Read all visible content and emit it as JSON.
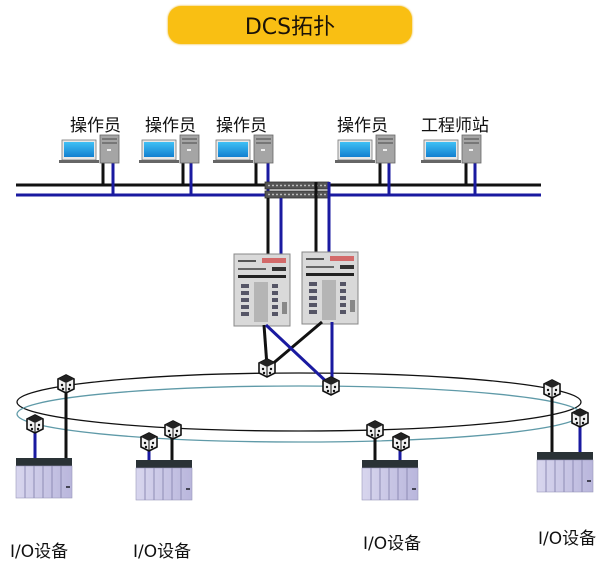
{
  "title": "DCS拓扑",
  "colors": {
    "title_bg": "#f9bf13",
    "net_black": "#111111",
    "net_blue": "#1a1aa0",
    "ring_black": "#111111",
    "ring_teal": "#5f9aa8",
    "screen": "#1ea2e6",
    "tower": "#9c9c9c",
    "io_module": "#c9c6e6"
  },
  "workstations": [
    {
      "label": "操作员",
      "icon": "operator-workstation-icon"
    },
    {
      "label": "操作员",
      "icon": "operator-workstation-icon"
    },
    {
      "label": "操作员",
      "icon": "operator-workstation-icon"
    },
    {
      "label": "操作员",
      "icon": "operator-workstation-icon"
    },
    {
      "label": "工程师站",
      "icon": "engineer-workstation-icon"
    }
  ],
  "networks": {
    "upper": "redundant-control-network",
    "ring": "redundant-io-ring"
  },
  "switch": {
    "icon": "network-switch-icon"
  },
  "controllers": [
    {
      "icon": "controller-cabinet-icon"
    },
    {
      "icon": "controller-cabinet-icon"
    }
  ],
  "io_stations": [
    {
      "label": "I/O设备"
    },
    {
      "label": "I/O设备"
    },
    {
      "label": "I/O设备"
    },
    {
      "label": "I/O设备"
    }
  ]
}
